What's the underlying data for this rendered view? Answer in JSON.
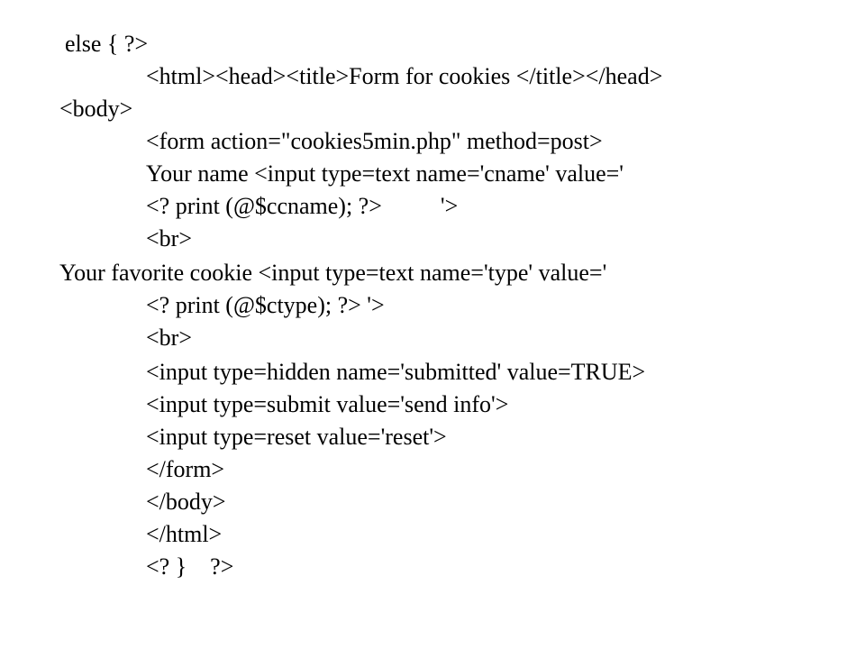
{
  "slide": {
    "lines": [
      "else { ?>",
      "<html><head><title>Form for cookies </title></head>",
      "<body>",
      "<form action=\"cookies5min.php\" method=post>",
      "Your name <input type=text name='cname' value='",
      "<? print (@$ccname); ?>          '>",
      "<br>",
      "Your favorite cookie <input type=text name='type' value='",
      "<? print (@$ctype); ?> '>",
      "<br>",
      "<input type=hidden name='submitted' value=TRUE>",
      "<input type=submit value='send info'>",
      "<input type=reset value='reset'>",
      "</form>",
      "</body>",
      "</html>",
      "<? }    ?>"
    ]
  }
}
